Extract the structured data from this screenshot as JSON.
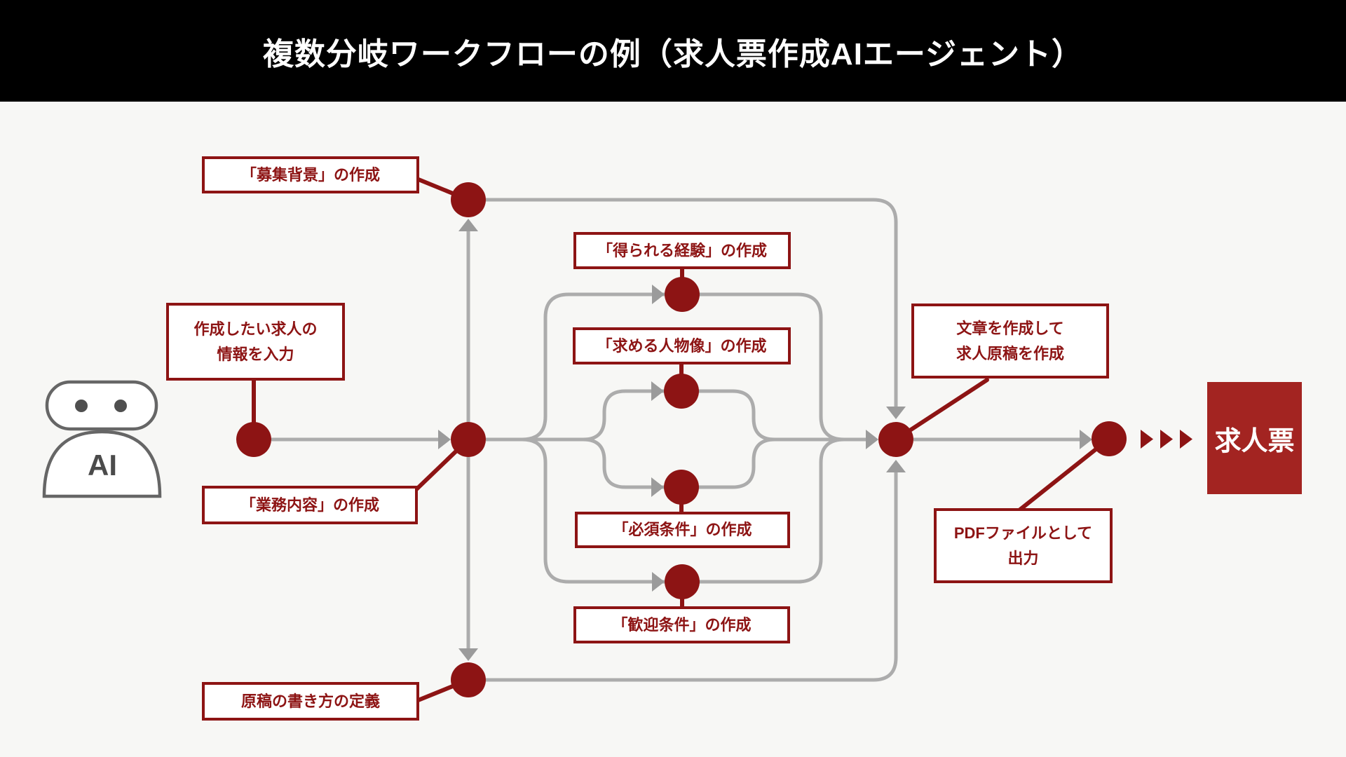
{
  "header": {
    "title": "複数分岐ワークフローの例（求人票作成AIエージェント）"
  },
  "agent": {
    "label": "AI"
  },
  "steps": {
    "input_info": "作成したい求人の\n情報を入力",
    "recruit_background": "「募集背景」の作成",
    "job_description": "「業務内容」の作成",
    "writing_style": "原稿の書き方の定義",
    "gained_experience": "「得られる経験」の作成",
    "ideal_candidate": "「求める人物像」の作成",
    "required_conditions": "「必須条件」の作成",
    "welcome_conditions": "「歓迎条件」の作成",
    "draft_creation": "文章を作成して\n求人原稿を作成",
    "pdf_output": "PDFファイルとして\n出力"
  },
  "output": {
    "label": "求人票"
  },
  "colors": {
    "primary_red": "#8D1414",
    "output_box_red": "#A32421",
    "line_gray": "#ACACAC",
    "arrow_gray": "#9B9B9B",
    "robot_gray": "#666666",
    "background": "#F7F7F5",
    "header_bg": "#000000",
    "title_color": "#FFFFFF"
  }
}
